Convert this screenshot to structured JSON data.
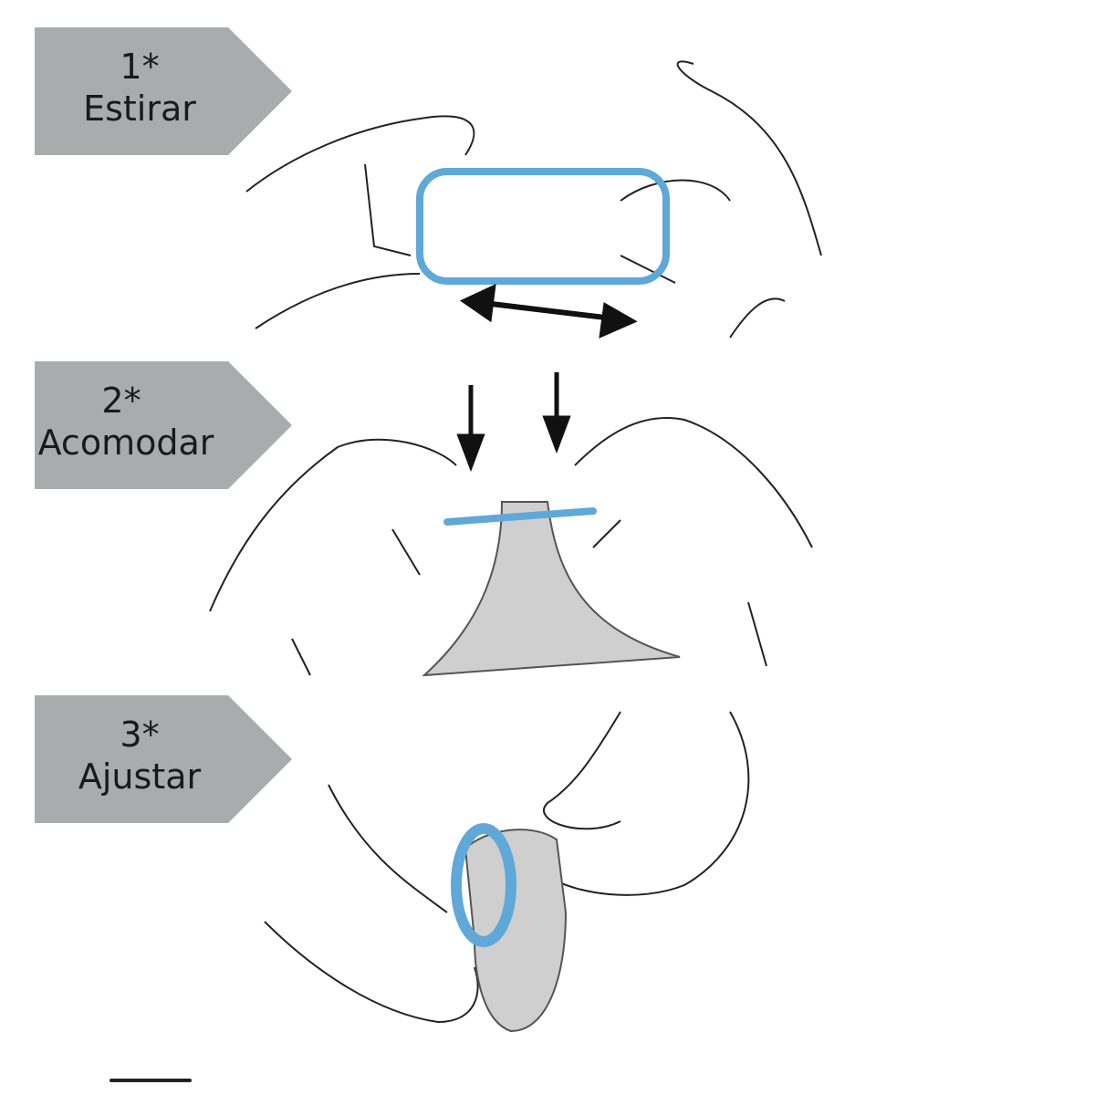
{
  "steps": [
    {
      "number": "1*",
      "label": "Estirar"
    },
    {
      "number": "2*",
      "label": "Acomodar"
    },
    {
      "number": "3*",
      "label": "Ajustar"
    }
  ],
  "colors": {
    "tag": "#a8acac",
    "band": "#5fa8d8",
    "line": "#222222"
  }
}
